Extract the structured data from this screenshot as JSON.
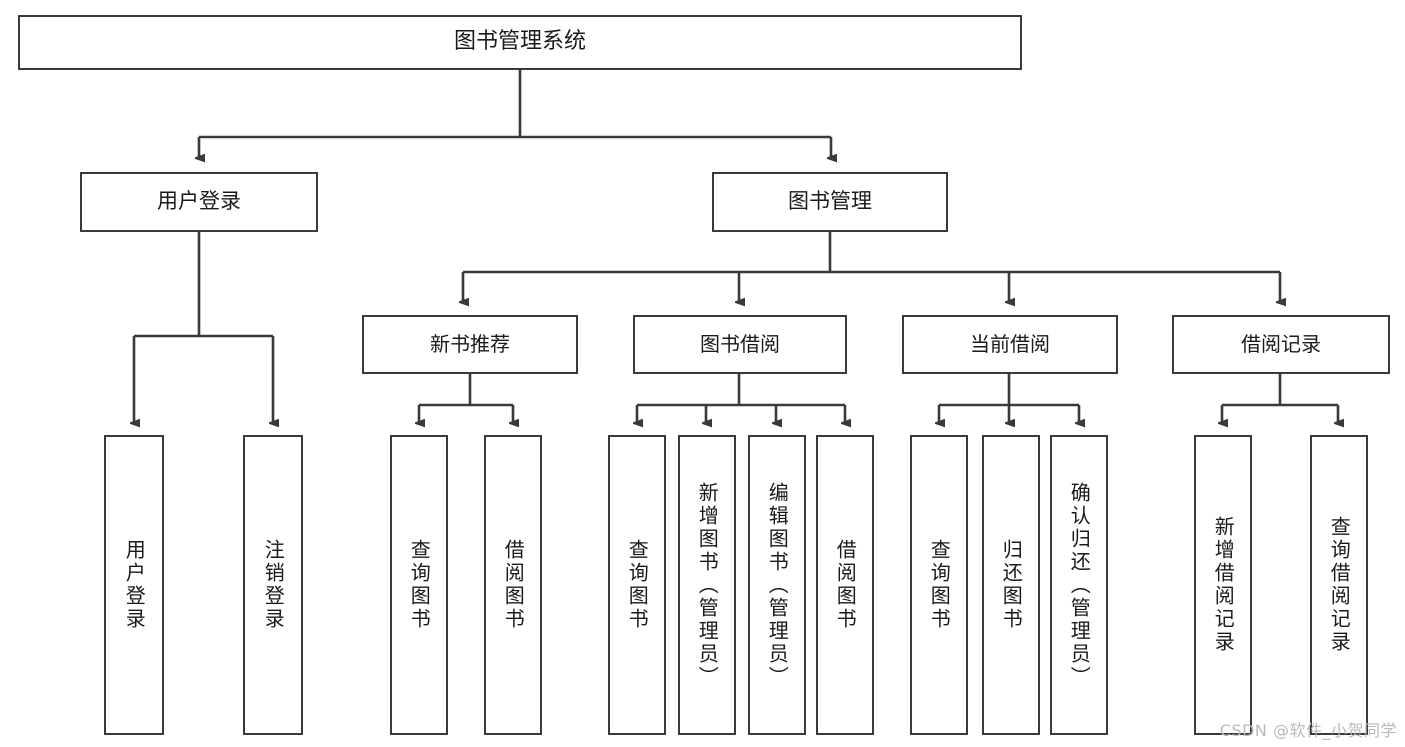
{
  "diagram": {
    "type": "tree-hierarchy",
    "title": "图书管理系统",
    "watermark": "CSDN @软件_小贺同学",
    "colors": {
      "stroke": "#3a3a3a",
      "fill": "#ffffff",
      "text": "#1a1a1a",
      "watermark": "#b9b9b9"
    },
    "nodes": {
      "root": {
        "label": "图书管理系统"
      },
      "level1": [
        {
          "id": "user-login",
          "label": "用户登录"
        },
        {
          "id": "book-manage",
          "label": "图书管理"
        }
      ],
      "level2": [
        {
          "id": "new-book-rec",
          "label": "新书推荐",
          "parent": "book-manage"
        },
        {
          "id": "book-borrow",
          "label": "图书借阅",
          "parent": "book-manage"
        },
        {
          "id": "current-borrow",
          "label": "当前借阅",
          "parent": "book-manage"
        },
        {
          "id": "borrow-record",
          "label": "借阅记录",
          "parent": "book-manage"
        }
      ],
      "leaves": [
        {
          "id": "leaf-user-login",
          "label": "用户登录",
          "parent": "user-login"
        },
        {
          "id": "leaf-logout",
          "label": "注销登录",
          "parent": "user-login"
        },
        {
          "id": "leaf-query-book-1",
          "label": "查询图书",
          "parent": "new-book-rec"
        },
        {
          "id": "leaf-borrow-book-1",
          "label": "借阅图书",
          "parent": "new-book-rec"
        },
        {
          "id": "leaf-query-book-2",
          "label": "查询图书",
          "parent": "book-borrow"
        },
        {
          "id": "leaf-add-book",
          "label": "新增图书（管理员）",
          "parent": "book-borrow"
        },
        {
          "id": "leaf-edit-book",
          "label": "编辑图书（管理员）",
          "parent": "book-borrow"
        },
        {
          "id": "leaf-borrow-book-2",
          "label": "借阅图书",
          "parent": "book-borrow"
        },
        {
          "id": "leaf-query-book-3",
          "label": "查询图书",
          "parent": "current-borrow"
        },
        {
          "id": "leaf-return-book",
          "label": "归还图书",
          "parent": "current-borrow"
        },
        {
          "id": "leaf-confirm-return",
          "label": "确认归还（管理员）",
          "parent": "current-borrow"
        },
        {
          "id": "leaf-add-record",
          "label": "新增借阅记录",
          "parent": "borrow-record"
        },
        {
          "id": "leaf-query-record",
          "label": "查询借阅记录",
          "parent": "borrow-record"
        }
      ]
    }
  }
}
